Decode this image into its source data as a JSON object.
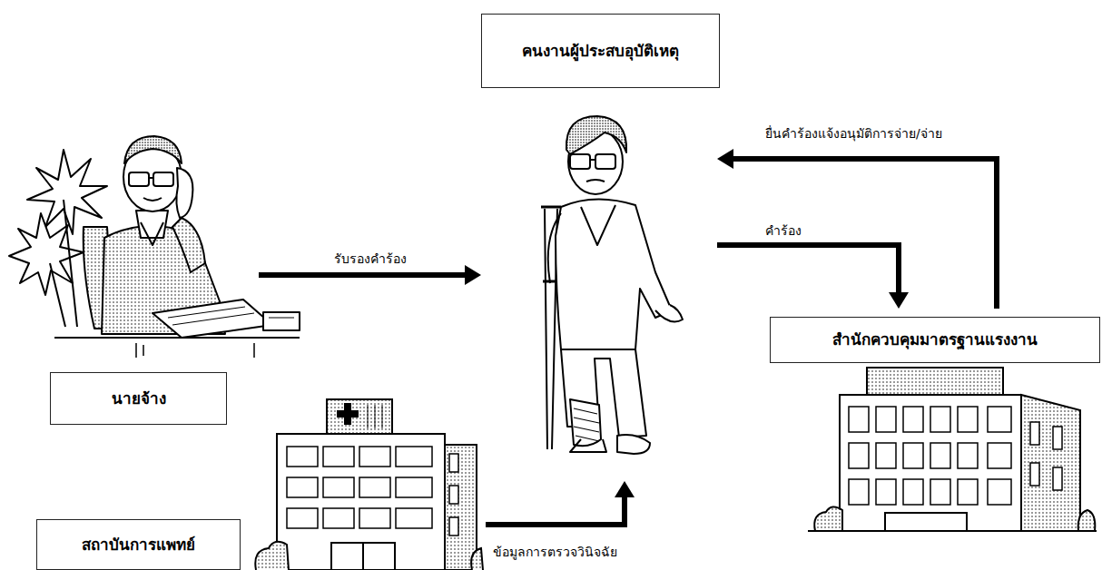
{
  "diagram": {
    "nodes": [
      {
        "text": [
          "คนงานผู้ประสบอุบัติเหตุ"
        ]
      },
      {
        "text": [
          "นายจ้าง"
        ]
      },
      {
        "text": [
          "สถาบันการแพทย์"
        ]
      },
      {
        "text": [
          "สำนักควบคุมมาตรฐานแรงงาน"
        ]
      }
    ],
    "edges": [
      {
        "from": 1,
        "to": 0,
        "label": "รับรองคำร้อง",
        "arrow": "to"
      },
      {
        "from": 2,
        "to": 0,
        "label": "ข้อมูลการตรวจวินิจฉัย",
        "arrow": "to"
      },
      {
        "from": 0,
        "to": 3,
        "label": "คำร้อง",
        "arrow": "to"
      },
      {
        "from": 3,
        "to": 0,
        "label": "ยื่นคำร้องแจ้งอนุมัติการจ่าย/จ่าย",
        "arrow": "to"
      }
    ]
  }
}
